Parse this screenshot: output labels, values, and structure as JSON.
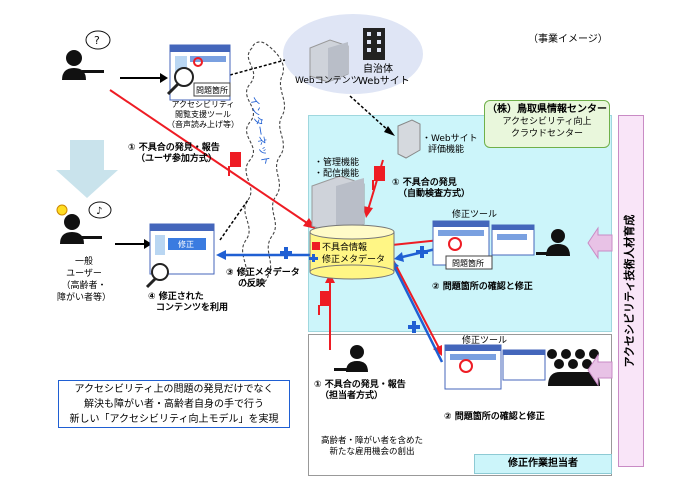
{
  "title": "（事業イメージ）",
  "web": {
    "contents": "Webコンテンツ",
    "site_line1": "自治体",
    "site_line2": "Webサイト"
  },
  "internet": "インターネット",
  "tool": {
    "badge": "問題箇所",
    "caption1": "アクセシビリティ",
    "caption2": "閲覧支援ツール",
    "caption3": "（音声読み上げ等）"
  },
  "center": {
    "line1": "（株）鳥取県情報センター",
    "line2": "アクセシビリティ向上",
    "line3": "クラウドセンター"
  },
  "eval": {
    "line1": "・Webサイト",
    "line2": "評価機能"
  },
  "manage": {
    "line1": "・管理機能",
    "line2": "・配信機能"
  },
  "db": {
    "line1": "不具合情報",
    "line2": "修正メタデータ"
  },
  "users": {
    "line1": "一般",
    "line2": "ユーザー",
    "line3": "（高齢者・",
    "line4": "障がい者等）"
  },
  "step1_user": {
    "line1": "① 不具合の発見・報告",
    "line2": "（ユーザ参加方式）"
  },
  "step1_auto": {
    "line1": "① 不具合の発見",
    "line2": "（自動検査方式）"
  },
  "step1_staff": {
    "line1": "① 不具合の発見・報告",
    "line2": "（担当者方式）"
  },
  "step2": {
    "label": "② 問題箇所の確認と修正"
  },
  "step3": {
    "line1": "③ 修正メタデータ",
    "line2": "の反映"
  },
  "step4": {
    "line1": "④ 修正された",
    "line2": "コンテンツを利用"
  },
  "fix_tool": "修正ツール",
  "fixed_badge": "修正",
  "message": {
    "line1": "アクセシビリティ上の問題の発見だけでなく",
    "line2": "解決も障がい者・高齢者自身の手で行う",
    "line3": "新しい「アクセシビリティ向上モデル」を実現"
  },
  "employment": {
    "line1": "高齢者・障がい者を含めた",
    "line2": "新たな雇用機会の創出"
  },
  "staff_label": "修正作業担当者",
  "training": "アクセシビリティ技術人材育成",
  "colors": {
    "cyan_panel": "#ccf5fa",
    "green_box": "#e9f7dc",
    "cloud": "#dfe5f5",
    "red": "#ee1c24",
    "blue": "#1f5fd3",
    "db_yellow": "#fff685"
  }
}
